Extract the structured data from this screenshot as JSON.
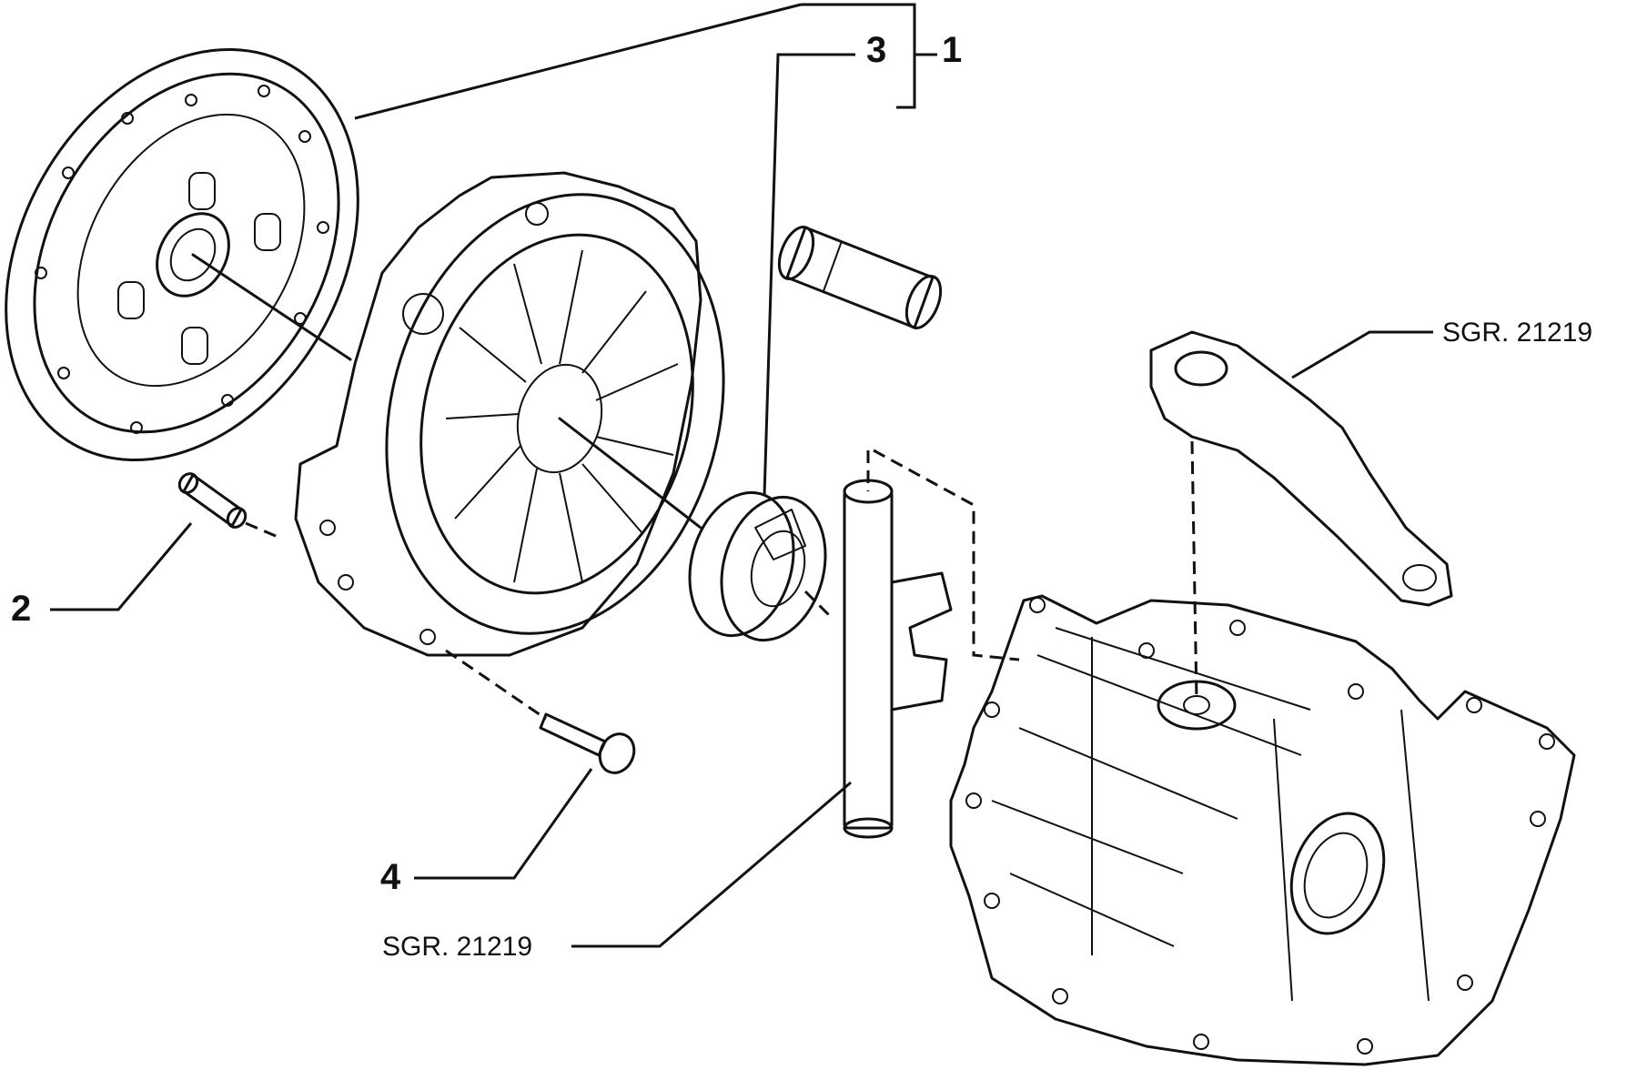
{
  "callouts": {
    "item_1": "1",
    "item_2": "2",
    "item_3": "3",
    "item_4": "4"
  },
  "references": {
    "ref_upper": "SGR. 21219",
    "ref_lower": "SGR. 21219"
  },
  "colors": {
    "line": "#111111",
    "background": "#ffffff"
  }
}
